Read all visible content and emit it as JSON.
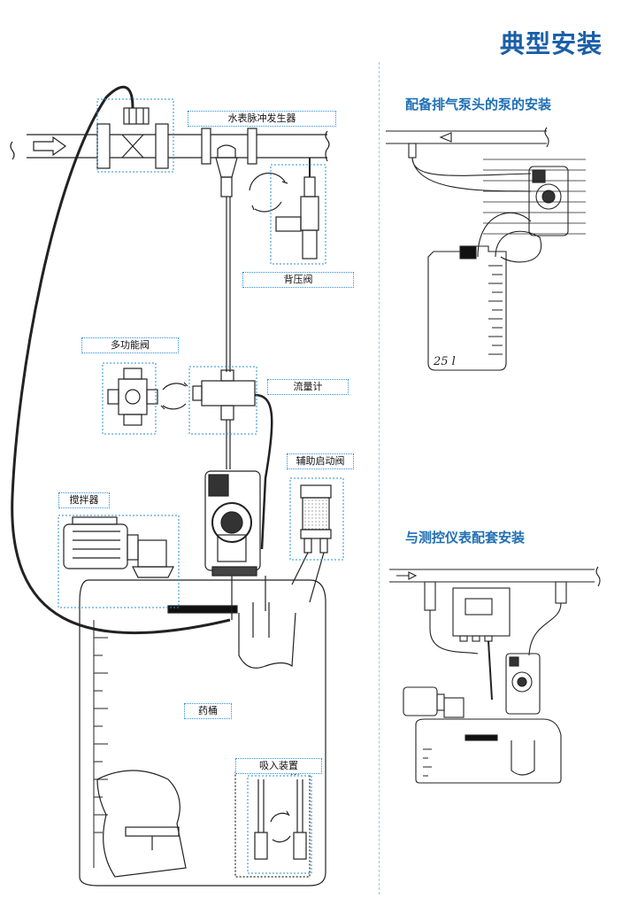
{
  "header": {
    "title": "典型安装"
  },
  "sections": {
    "degas": {
      "title": "配备排气泵头的泵的安装",
      "tank_volume_label": "25 l"
    },
    "controller": {
      "title": "与测控仪表配套安装"
    }
  },
  "labels": {
    "pulse_generator": "水表脉冲发生器",
    "back_pressure_valve": "背压阀",
    "multifunction_valve": "多功能阀",
    "flow_meter": "流量计",
    "aux_start_valve": "辅助启动阀",
    "agitator": "搅拌器",
    "tank": "药桶",
    "suction_device": "吸入装置"
  },
  "colors": {
    "accent": "#1f6fb5",
    "label_border": "#2a8fd6",
    "line": "#222222"
  }
}
